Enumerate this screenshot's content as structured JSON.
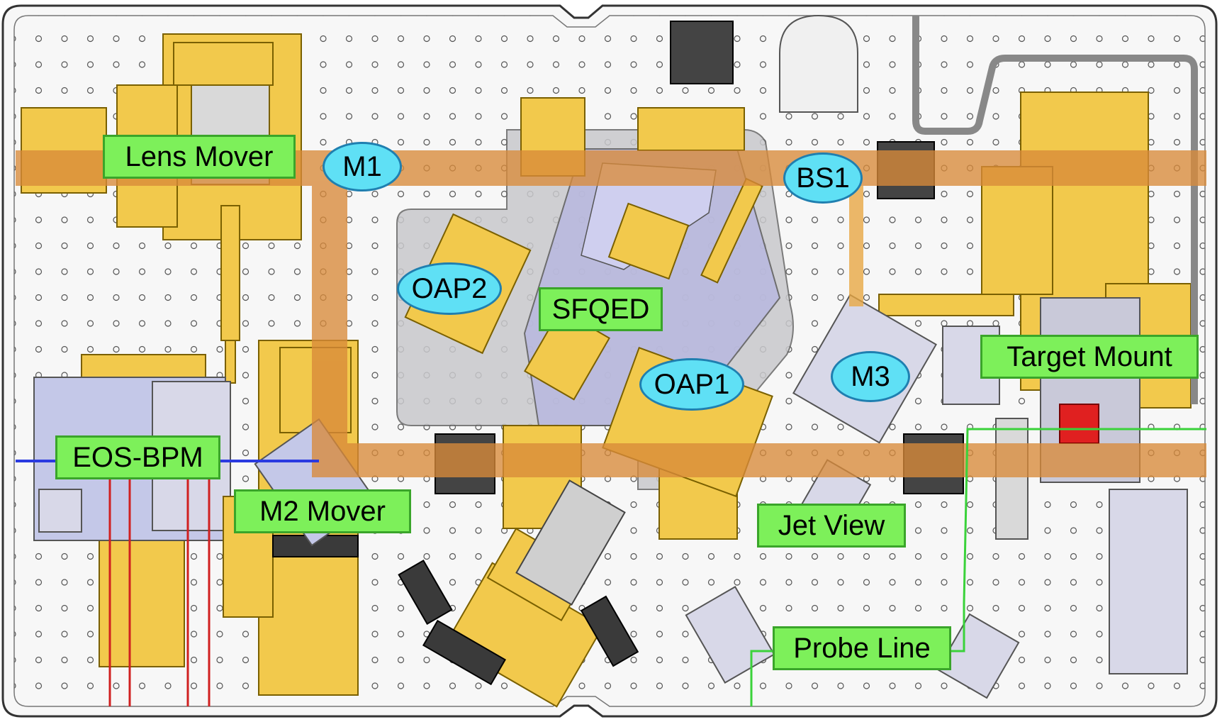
{
  "labels": {
    "lens_mover": "Lens Mover",
    "sfqed": "SFQED",
    "target_mount": "Target Mount",
    "eos_bpm": "EOS-BPM",
    "m2_mover": "M2 Mover",
    "jet_view": "Jet View",
    "probe_line": "Probe Line"
  },
  "mirrors": {
    "m1": "M1",
    "bs1": "BS1",
    "oap2": "OAP2",
    "oap1": "OAP1",
    "m3": "M3"
  },
  "colors": {
    "label_fill": "#7df05a",
    "label_border": "#3aa52a",
    "mirror_fill": "#5fe0f5",
    "mirror_border": "#1f7fb0",
    "beam": "#d98a3a",
    "probe_beam": "#3ad23a",
    "blue_beam": "#2a3ae0",
    "red_cable": "#d02020",
    "gold_part": "#f2c94c",
    "table": "#f7f7f7"
  }
}
